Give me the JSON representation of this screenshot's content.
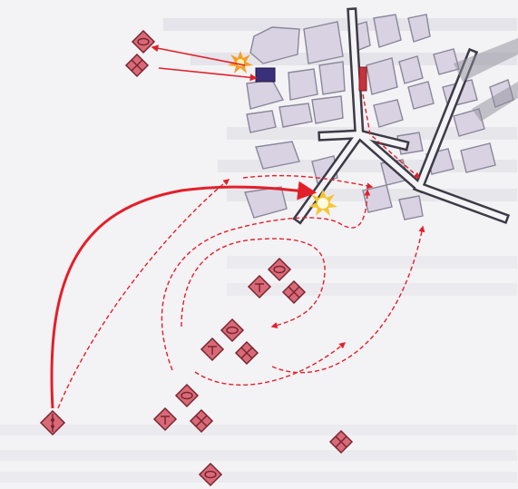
{
  "diagram": {
    "colors": {
      "background": "#f3f2f5",
      "building": "#d8d2e2",
      "road": "#3c3b46",
      "unit": "#d86a77",
      "arrow": "#e2202a",
      "blue_target": "#3a2f7a",
      "red_target": "#c8323a",
      "explosion": "#f7c431"
    },
    "symbols": {
      "unit": "diamond",
      "strike": "explosion-star",
      "enemy_position_blue": "square",
      "enemy_position_red": "bar"
    }
  }
}
